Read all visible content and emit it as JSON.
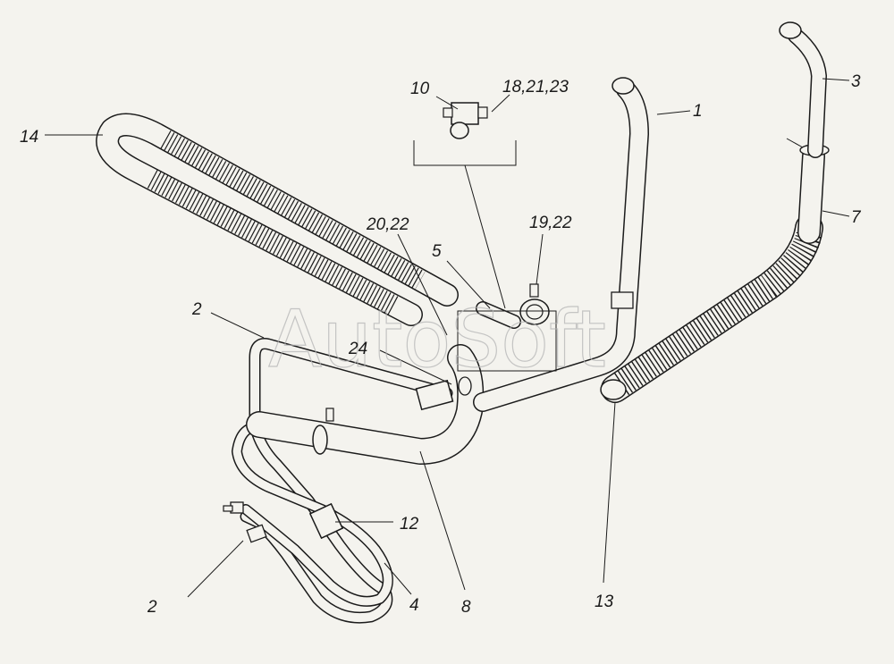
{
  "watermark": "AutoSoft",
  "callouts": {
    "c1": "1",
    "c2a": "2",
    "c2b": "2",
    "c3": "3",
    "c4": "4",
    "c5": "5",
    "c7": "7",
    "c8": "8",
    "c10": "10",
    "c12": "12",
    "c13": "13",
    "c14": "14",
    "c18": "18,21,23",
    "c19": "19,22",
    "c20": "20,22",
    "c24": "24"
  },
  "colors": {
    "ink": "#1b1b1b",
    "paper": "#f4f3ee",
    "watermark": "#b5b5b5"
  }
}
